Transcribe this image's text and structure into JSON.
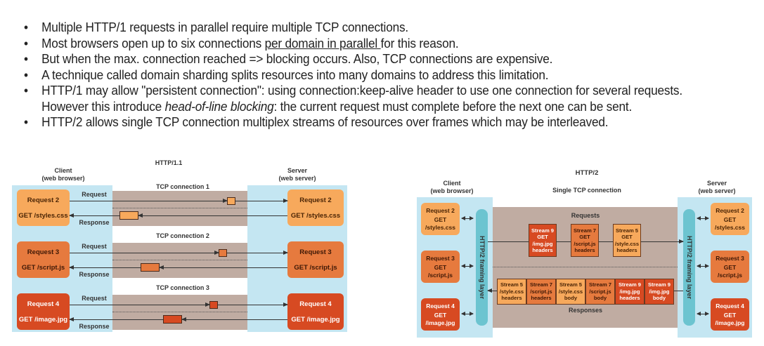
{
  "bullets": {
    "b1": "Multiple HTTP/1 requests in parallel require multiple TCP connections.",
    "b2_pre": "Most browsers open up to six connections ",
    "b2_u": "per domain in parallel ",
    "b2_post": "for this reason.",
    "b3": "But when the max. connection reached => blocking occurs. Also, TCP connections are expensive.",
    "b4": "A technique called domain sharding splits resources into many domains to address this limitation.",
    "b5_pre": "HTTP/1 may allow \"persistent connection\": using connection:keep-alive header to use one connection for several requests. However this introduce ",
    "b5_i": "head-of-line blocking",
    "b5_post": ": the current request must complete before the next one can be sent.",
    "b6": "HTTP/2 allows single TCP connection multiplex streams of resources over frames which may be interleaved."
  },
  "http11": {
    "title": "HTTP/1.1",
    "client_label": "Client",
    "client_sub": "(web browser)",
    "server_label": "Server",
    "server_sub": "(web server)",
    "request_label": "Request",
    "response_label": "Response",
    "connections": [
      {
        "label": "TCP connection 1",
        "req": "Request 2",
        "path": "GET /styles.css"
      },
      {
        "label": "TCP connection 2",
        "req": "Request 3",
        "path": "GET /script.js"
      },
      {
        "label": "TCP connection 3",
        "req": "Request 4",
        "path": "GET /image.jpg"
      }
    ]
  },
  "http2": {
    "title": "HTTP/2",
    "subtitle": "Single TCP connection",
    "client_label": "Client",
    "client_sub": "(web browser)",
    "server_label": "Server",
    "server_sub": "(web server)",
    "framing_label": "HTTP/2 framing layer",
    "requests_label": "Requests",
    "responses_label": "Responses",
    "client_requests": [
      {
        "req": "Request 2",
        "l1": "GET",
        "l2": "/styles.css"
      },
      {
        "req": "Request 3",
        "l1": "GET",
        "l2": "/script.js"
      },
      {
        "req": "Request 4",
        "l1": "GET",
        "l2": "/image.jpg"
      }
    ],
    "request_streams": [
      {
        "l1": "Stream 9",
        "l2": "GET",
        "l3": "/img.jpg",
        "l4": "headers"
      },
      {
        "l1": "Stream 7",
        "l2": "GET",
        "l3": "/script.js",
        "l4": "headers"
      },
      {
        "l1": "Stream 5",
        "l2": "GET",
        "l3": "/style.css",
        "l4": "headers"
      }
    ],
    "response_streams": [
      {
        "l1": "Stream 5",
        "l2": "/style.css",
        "l3": "headers"
      },
      {
        "l1": "Stream 7",
        "l2": "/script.js",
        "l3": "headers"
      },
      {
        "l1": "Stream 5",
        "l2": "/style.css",
        "l3": "body"
      },
      {
        "l1": "Stream 7",
        "l2": "/script.js",
        "l3": "body"
      },
      {
        "l1": "Stream 9",
        "l2": "/img.jpg",
        "l3": "headers"
      },
      {
        "l1": "Stream 9",
        "l2": "/img.jpg",
        "l3": "body"
      }
    ]
  },
  "colors": {
    "request2": "#f7a95c",
    "request3": "#e67a3e",
    "request4": "#d74a22",
    "endpoint_bg": "#c4e6f2",
    "tcp_bg": "#c0aca2",
    "framing": "#6cc4d0"
  }
}
